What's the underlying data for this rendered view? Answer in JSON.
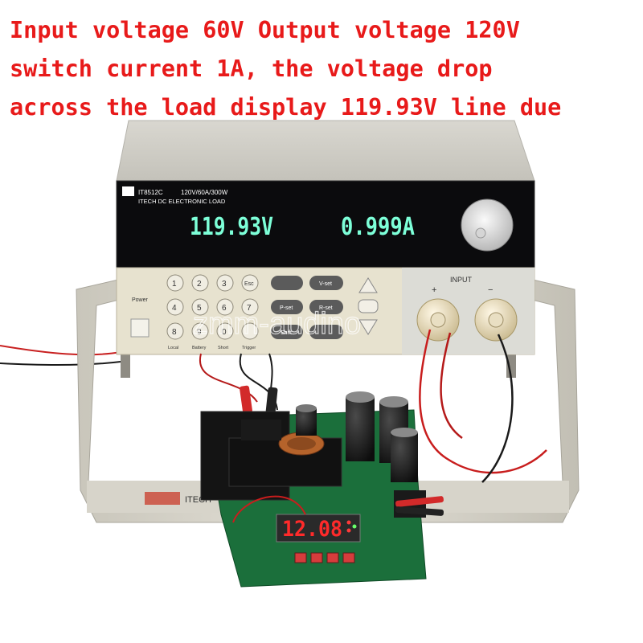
{
  "caption": {
    "line1": "Input voltage 60V Output voltage 120V",
    "line2": "switch current 1A, the voltage drop",
    "line3": "across the load display 119.93V line due"
  },
  "load": {
    "model": "IT8512C",
    "rating": "120V/60A/300W",
    "name": "ITECH DC ELECTRONIC LOAD",
    "voltage_display": "119.93V",
    "current_display": "0.999A",
    "power_label": "Power",
    "input_label": "INPUT",
    "plus": "+",
    "minus": "−",
    "base_brand": "ITECH",
    "keys": [
      "1",
      "2",
      "3",
      "Esc",
      "4",
      "5",
      "6",
      "7",
      "8",
      "9",
      "0"
    ],
    "func_keys": [
      "V-set",
      "P-set",
      "R-set",
      "Shift"
    ],
    "sub_labels": [
      "Local",
      "Battery",
      "Short",
      "Trigger"
    ]
  },
  "board": {
    "led_display": "12.08"
  },
  "watermark": "zmm-audino"
}
